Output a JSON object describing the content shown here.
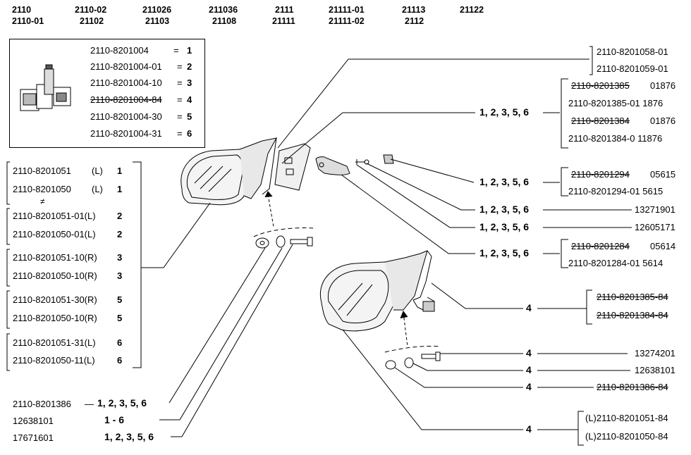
{
  "header": {
    "col1": [
      "2110",
      "2110-01"
    ],
    "col2": [
      "2110-02",
      "21102"
    ],
    "col3": [
      "211026",
      "21103"
    ],
    "col4": [
      "211036",
      "21108"
    ],
    "col5": [
      "2111",
      "21111"
    ],
    "col6": [
      "21111-01",
      "21111-02"
    ],
    "col7": [
      "21113",
      "2112"
    ],
    "col8": [
      "21122"
    ]
  },
  "legend": {
    "rows": [
      {
        "code": "2110-8201004",
        "eq": "=",
        "num": "1"
      },
      {
        "code": "2110-8201004-01",
        "eq": "=",
        "num": "2"
      },
      {
        "code": "2110-8201004-10",
        "eq": "=",
        "num": "3"
      },
      {
        "code": "2110-8201004-84",
        "eq": "=",
        "num": "4"
      },
      {
        "code": "2110-8201004-30",
        "eq": "=",
        "num": "5"
      },
      {
        "code": "2110-8201004-31",
        "eq": "=",
        "num": "6"
      }
    ]
  },
  "left_list": {
    "g1": [
      {
        "code": "2110-8201051",
        "side": "(L)",
        "num": "1"
      },
      {
        "code": "2110-8201050",
        "side": "(L)",
        "num": "1"
      }
    ],
    "neq": "≠",
    "g2": [
      {
        "code": "2110-8201051-01(L)",
        "num": "2"
      },
      {
        "code": "2110-8201050-01(L)",
        "num": "2"
      }
    ],
    "g3": [
      {
        "code": "2110-8201051-10(R)",
        "num": "3"
      },
      {
        "code": "2110-8201050-10(R)",
        "num": "3"
      }
    ],
    "g4": [
      {
        "code": "2110-8201051-30(R)",
        "num": "5"
      },
      {
        "code": "2110-8201050-10(R)",
        "num": "5"
      }
    ],
    "g5": [
      {
        "code": "2110-8201051-31(L)",
        "num": "6"
      },
      {
        "code": "2110-8201050-11(L)",
        "num": "6"
      }
    ]
  },
  "bottom_left": [
    {
      "code": "2110-8201386",
      "dash": "—",
      "apps": "1, 2, 3, 5, 6"
    },
    {
      "code": "12638101",
      "apps": "1 - 6"
    },
    {
      "code": "17671601",
      "apps": "1, 2, 3, 5, 6"
    }
  ],
  "right": {
    "r1": [
      "2110-8201058-01",
      "2110-8201059-01"
    ],
    "r2_apps": "1, 2, 3, 5, 6",
    "r2": [
      {
        "code": "2110-8201385",
        "suffix": "01876"
      },
      {
        "code": "2110-8201385-01 1876"
      },
      {
        "code": "2110-8201384",
        "suffix": "01876"
      },
      {
        "code": "2110-8201384-0 11876"
      }
    ],
    "r3_apps": "1, 2, 3, 5, 6",
    "r3": [
      {
        "code": "2110-8201294",
        "suffix": "05615"
      },
      {
        "code": "2110-8201294-01 5615"
      }
    ],
    "r4_apps": "1, 2, 3, 5, 6",
    "r4_code": "13271901",
    "r5_apps": "1, 2, 3, 5, 6",
    "r5_code": "12605171",
    "r6_apps": "1, 2, 3, 5, 6",
    "r6": [
      {
        "code": "2110-8201284",
        "suffix": "05614"
      },
      {
        "code": "2110-8201284-01 5614"
      }
    ],
    "r7_apps": "4",
    "r7": [
      "2110-8201385-84",
      "2110-8201384-84"
    ],
    "r8_apps": "4",
    "r8_code": "13274201",
    "r9_apps": "4",
    "r9_code": "12638101",
    "r10_apps": "4",
    "r10_code": "2110-8201386-84",
    "r11_apps": "4",
    "r11": [
      "(L)2110-8201051-84",
      "(L)2110-8201050-84"
    ]
  }
}
